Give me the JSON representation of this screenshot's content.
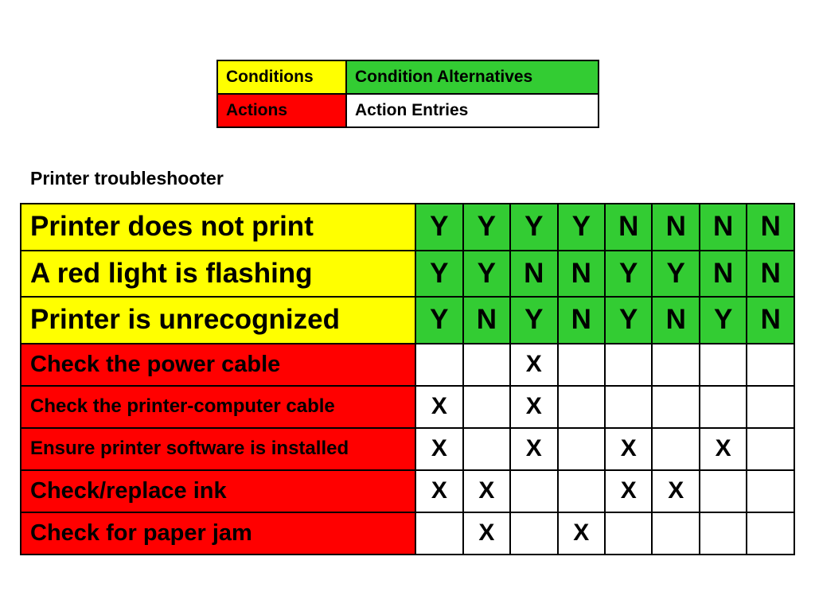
{
  "colors": {
    "conditions": "#ffff00",
    "alternatives": "#33cc33",
    "actions": "#ff0000",
    "entries": "#ffffff"
  },
  "legend": {
    "conditions": "Conditions",
    "condition_alternatives": "Condition Alternatives",
    "actions": "Actions",
    "action_entries": "Action Entries"
  },
  "subtitle": "Printer troubleshooter",
  "conditions": [
    {
      "label": "Printer does not print",
      "values": [
        "Y",
        "Y",
        "Y",
        "Y",
        "N",
        "N",
        "N",
        "N"
      ]
    },
    {
      "label": "A red light is flashing",
      "values": [
        "Y",
        "Y",
        "N",
        "N",
        "Y",
        "Y",
        "N",
        "N"
      ]
    },
    {
      "label": "Printer is unrecognized",
      "values": [
        "Y",
        "N",
        "Y",
        "N",
        "Y",
        "N",
        "Y",
        "N"
      ]
    }
  ],
  "actions": [
    {
      "label": "Check the power cable",
      "values": [
        "",
        "",
        "X",
        "",
        "",
        "",
        "",
        ""
      ]
    },
    {
      "label": "Check the printer-computer cable",
      "values": [
        "X",
        "",
        "X",
        "",
        "",
        "",
        "",
        ""
      ]
    },
    {
      "label": "Ensure printer software is installed",
      "values": [
        "X",
        "",
        "X",
        "",
        "X",
        "",
        "X",
        ""
      ]
    },
    {
      "label": "Check/replace ink",
      "values": [
        "X",
        "X",
        "",
        "",
        "X",
        "X",
        "",
        ""
      ]
    },
    {
      "label": "Check for paper jam",
      "values": [
        "",
        "X",
        "",
        "X",
        "",
        "",
        "",
        ""
      ]
    }
  ]
}
